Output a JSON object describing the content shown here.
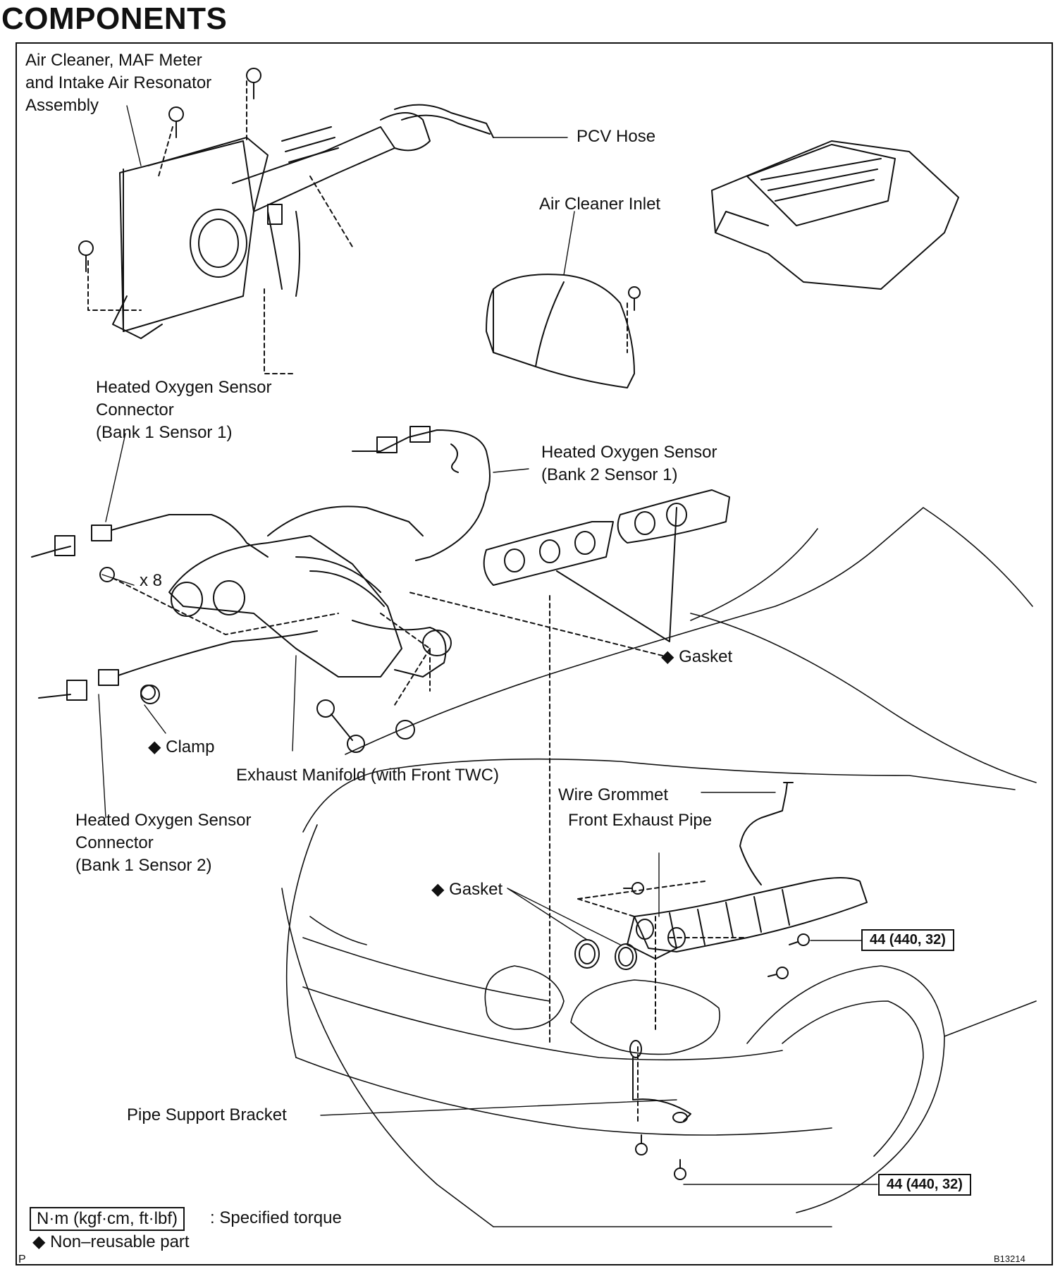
{
  "title": "COMPONENTS",
  "labels": {
    "air_cleaner": "Air Cleaner, MAF Meter\nand Intake Air Resonator\nAssembly",
    "pcv_hose": "PCV Hose",
    "air_cleaner_inlet": "Air Cleaner Inlet",
    "ho2s_connector_b1s1": "Heated Oxygen Sensor\nConnector\n(Bank 1 Sensor 1)",
    "ho2s_b2s1": "Heated Oxygen Sensor\n(Bank 2 Sensor 1)",
    "x8": "x 8",
    "gasket_upper": "◆ Gasket",
    "clamp": "◆ Clamp",
    "exhaust_manifold": "Exhaust Manifold (with Front TWC)",
    "ho2s_connector_b1s2": "Heated Oxygen Sensor\nConnector\n(Bank 1 Sensor 2)",
    "wire_grommet": "Wire Grommet",
    "front_exhaust_pipe": "Front Exhaust Pipe",
    "gasket_lower": "◆ Gasket",
    "pipe_support_bracket": "Pipe Support Bracket"
  },
  "torque": {
    "upper": "44 (440, 32)",
    "lower": "44 (440, 32)"
  },
  "legend": {
    "torque_box": "N·m (kgf·cm, ft·lbf)",
    "torque_text": ": Specified torque",
    "nonreusable": "◆ Non–reusable part",
    "corner_mark": "P"
  },
  "figure_code": "B13214"
}
